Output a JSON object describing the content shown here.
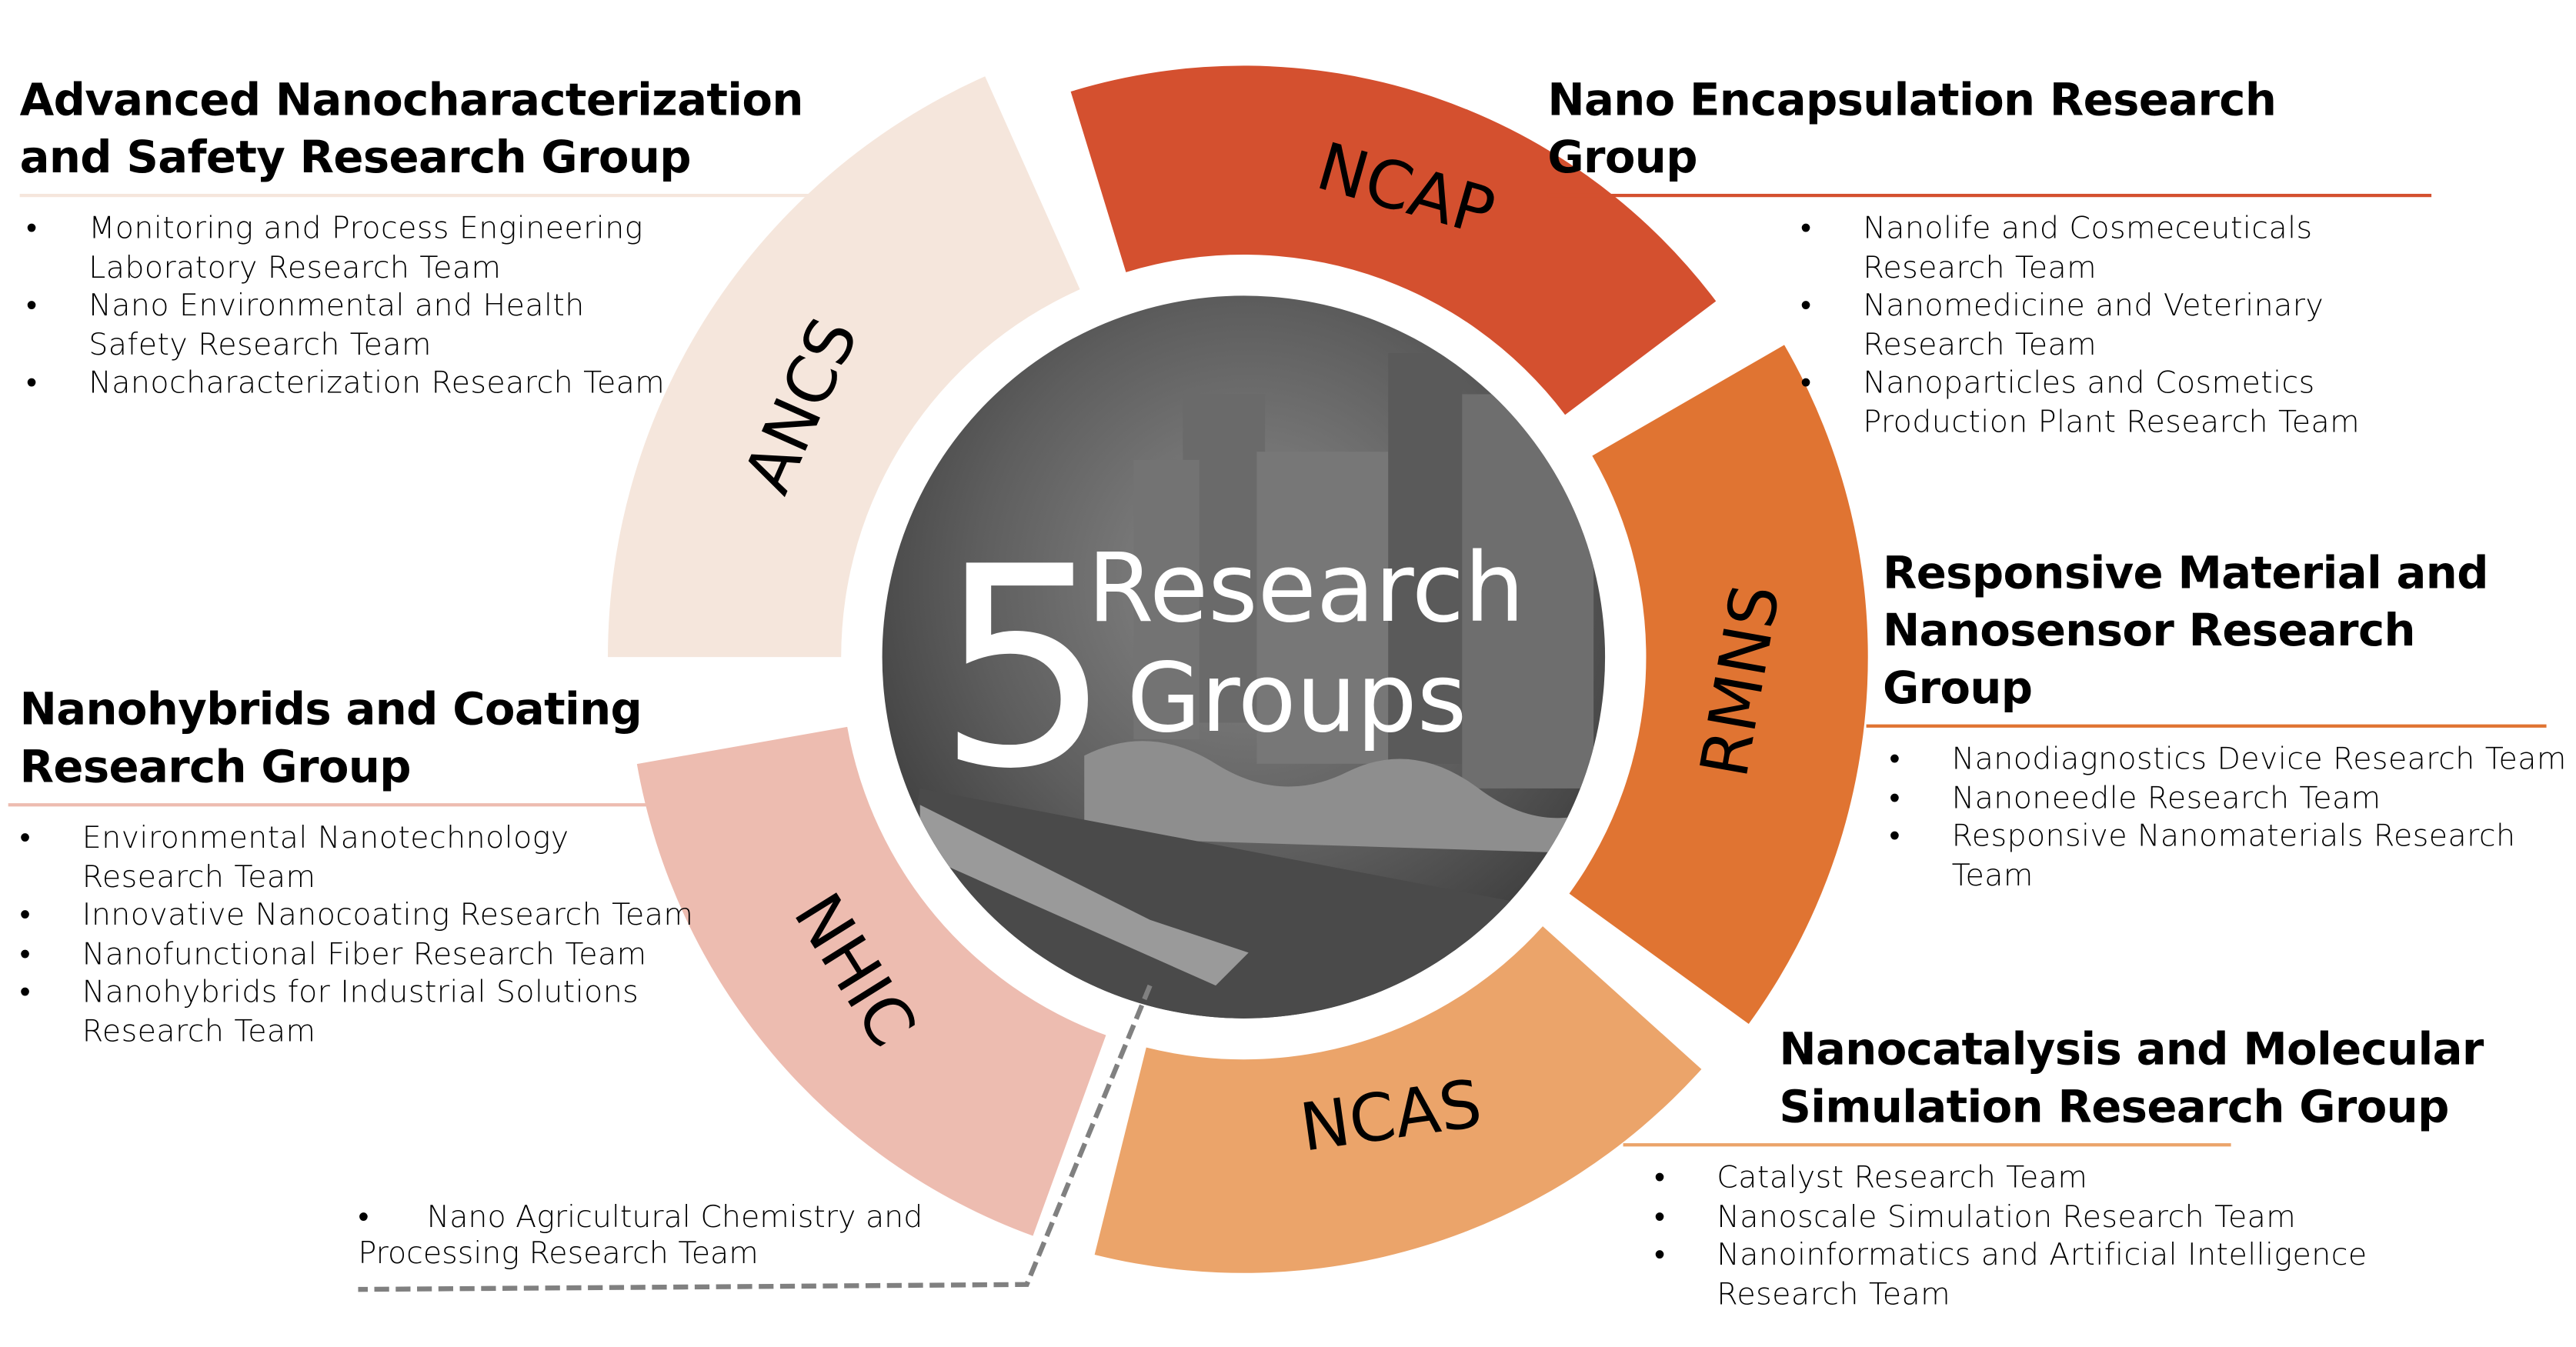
{
  "center": {
    "number": "5",
    "line1": "Research",
    "line2": "Groups"
  },
  "colors": {
    "NCAP": "#d4502f",
    "RMNS": "#e07432",
    "NCAS": "#eba46a",
    "NHIC": "#edbcb0",
    "ANCS": "#f5e6dc"
  },
  "groups": {
    "ANCS": {
      "abbr": "ANCS",
      "title": "Advanced Nanocharacterization and Safety Research Group",
      "teams": [
        "Monitoring and Process Engineering Laboratory Research Team",
        "Nano Environmental and Health Safety Research Team",
        "Nanocharacterization Research Team"
      ]
    },
    "NCAP": {
      "abbr": "NCAP",
      "title": "Nano Encapsulation Research Group",
      "teams": [
        "Nanolife and Cosmeceuticals Research Team",
        "Nanomedicine and Veterinary Research Team",
        "Nanoparticles and Cosmetics Production Plant Research Team"
      ]
    },
    "RMNS": {
      "abbr": "RMNS",
      "title": "Responsive Material and Nanosensor Research Group",
      "teams": [
        "Nanodiagnostics Device Research Team",
        "Nanoneedle Research Team",
        "Responsive Nanomaterials Research Team"
      ]
    },
    "NCAS": {
      "abbr": "NCAS",
      "title": "Nanocatalysis and Molecular Simulation Research Group",
      "teams": [
        "Catalyst Research Team",
        "Nanoscale Simulation Research Team",
        "Nanoinformatics and Artificial Intelligence Research Team"
      ]
    },
    "NHIC": {
      "abbr": "NHIC",
      "title": "Nanohybrids and Coating Research Group",
      "teams": [
        "Environmental Nanotechnology Research Team",
        "Innovative Nanocoating Research Team",
        "Nanofunctional Fiber Research Team",
        "Nanohybrids for Industrial Solutions Research Team"
      ]
    }
  },
  "extra_team": "Nano Agricultural Chemistry and Processing Research Team"
}
